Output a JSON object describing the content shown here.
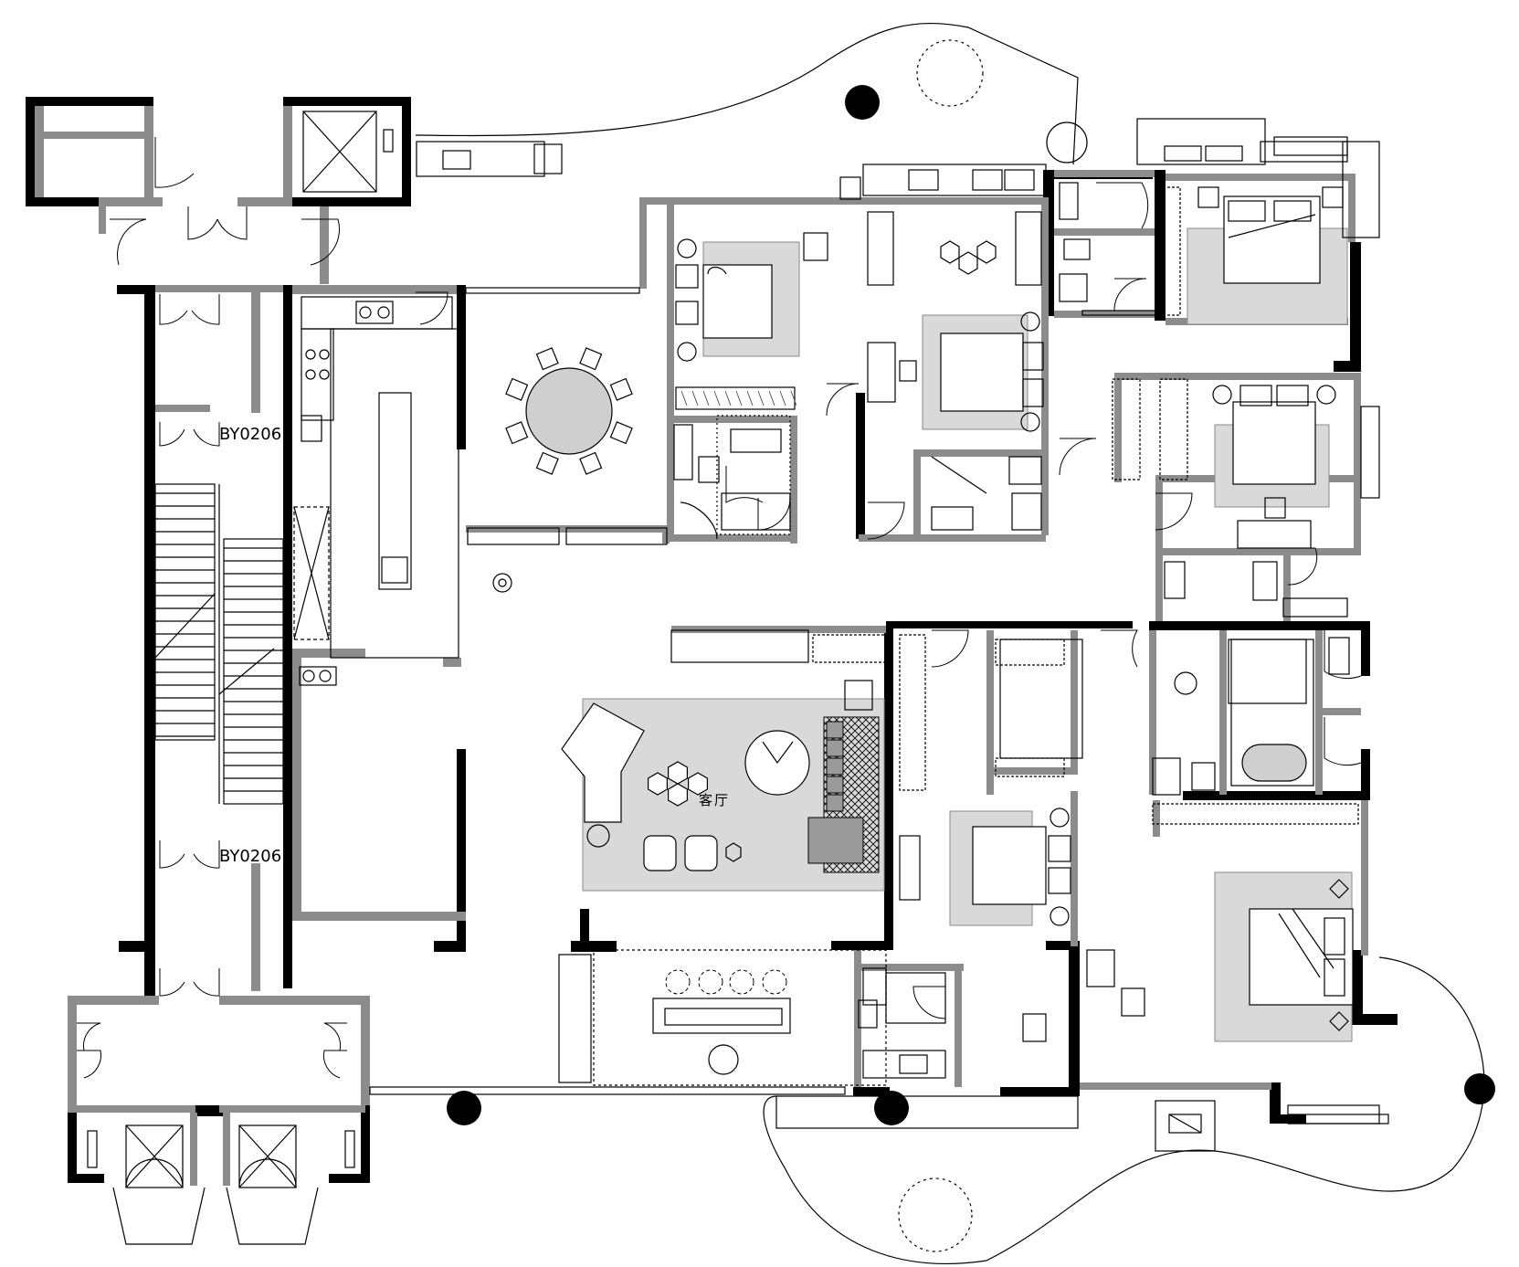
{
  "labels": {
    "living_room": "客厅",
    "tag_upper": "BY0206",
    "tag_lower": "BY0206"
  },
  "colors": {
    "wall": "#000000",
    "partition": "#8c8c8c",
    "rug": "#d9d9d9",
    "background": "#ffffff"
  }
}
